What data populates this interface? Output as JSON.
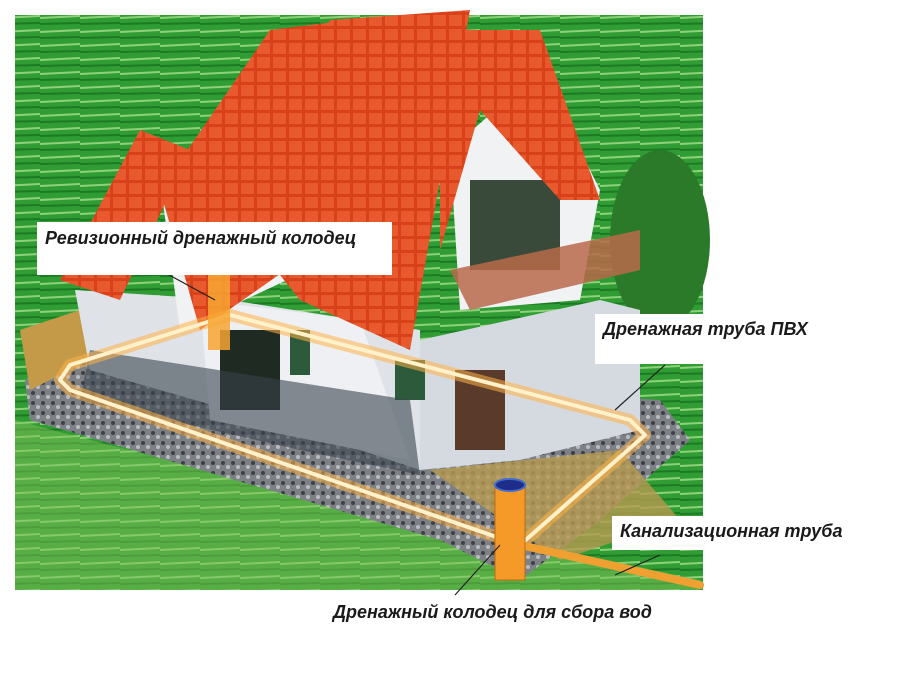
{
  "labels": {
    "inspection_well": "Ревизионный дренажный колодец",
    "pvc_pipe": "Дренажная труба ПВХ",
    "sewer_pipe": "Канализационная труба",
    "collection_well": "Дренажный колодец для сбора вод"
  },
  "colors": {
    "grass": "#2e9e2e",
    "roof": "#d8401c",
    "wall": "#e9ecef",
    "pipe": "#f7a531",
    "gravel": "#6f7378"
  }
}
